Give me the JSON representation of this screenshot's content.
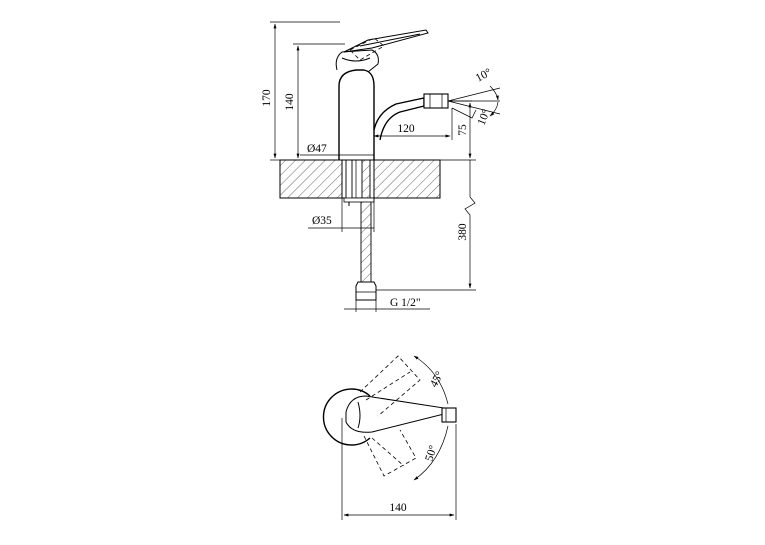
{
  "side_view": {
    "dim_total_height": "170",
    "dim_body_height": "140",
    "dim_spout_reach": "120",
    "dim_spout_height": "75",
    "dim_body_diameter": "Ø47",
    "dim_hole_diameter": "Ø35",
    "dim_hose_length": "380",
    "dim_thread": "G 1/2\"",
    "angle_up": "10°",
    "angle_down": "10°"
  },
  "top_view": {
    "angle_left": "45°",
    "angle_right": "50°",
    "dim_width": "140"
  }
}
